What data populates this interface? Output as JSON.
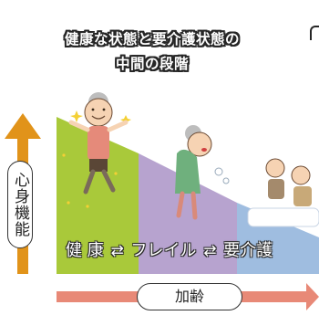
{
  "title": {
    "line1": "健康な状態と要介護状態の",
    "line2": "中間の段階"
  },
  "axis": {
    "vertical_label": "心身機能",
    "horizontal_label": "加齢"
  },
  "stages": {
    "healthy": "健 康",
    "frailty": "フレイル",
    "care": "要介護",
    "arrow": "⇄"
  },
  "colors": {
    "healthy_zone": "#a9c93a",
    "frailty_zone": "#b7a3cf",
    "care_zone": "#9fbde0",
    "up_arrow": "#e1931a",
    "age_arrow": "#e88977"
  },
  "icons": [
    "elderly-woman-happy-icon",
    "elderly-woman-tired-icon",
    "bedridden-couple-icon",
    "sparkle-icon"
  ]
}
